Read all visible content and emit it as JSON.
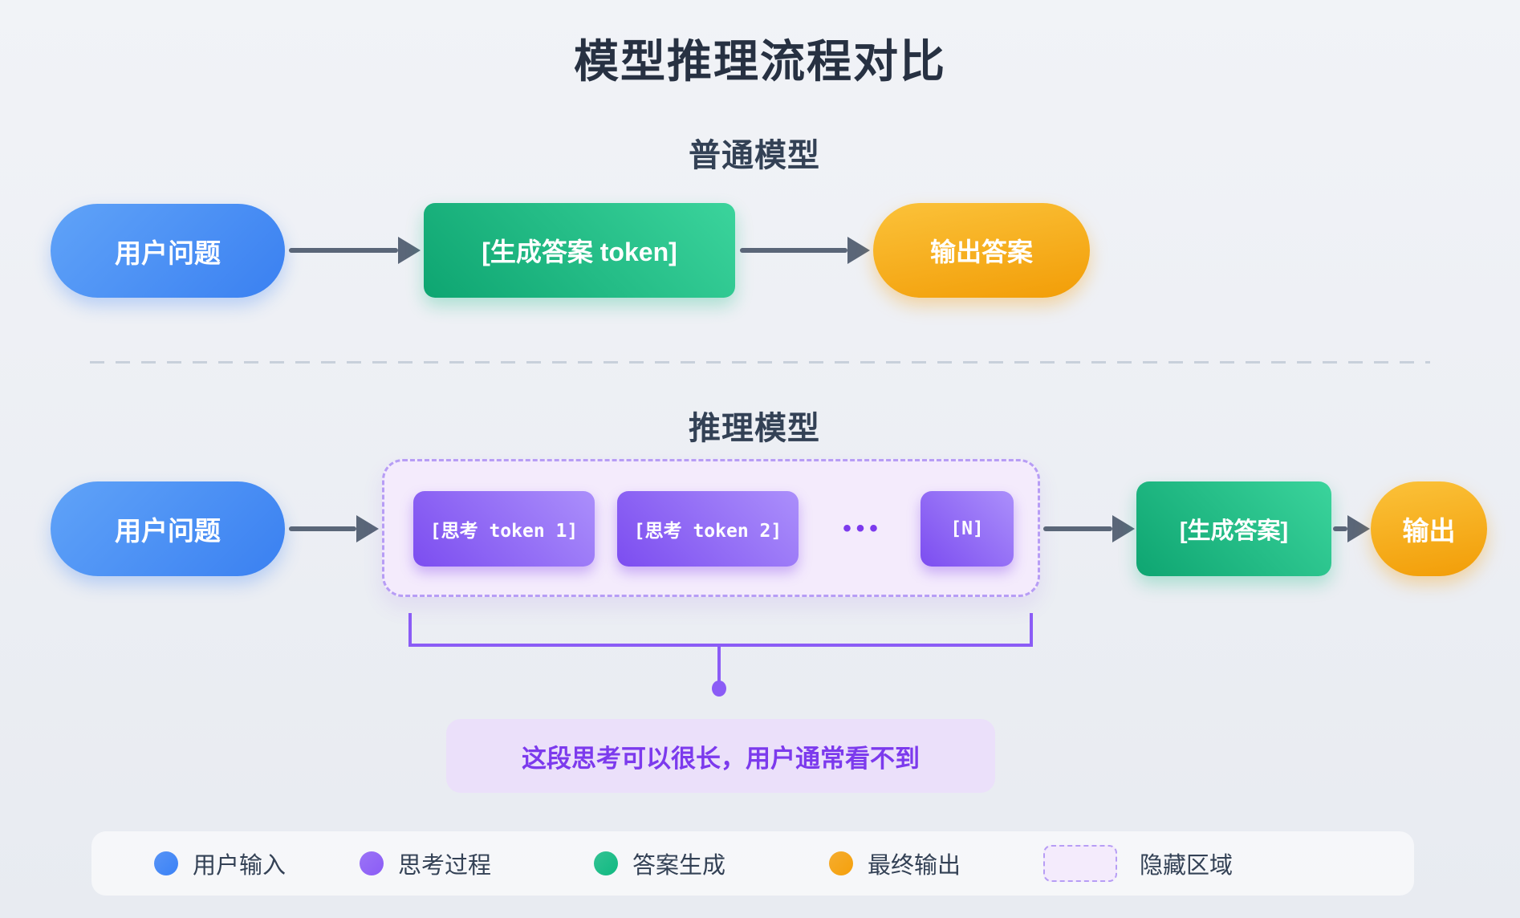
{
  "title": "模型推理流程对比",
  "colors": {
    "page-bg-top": "#f1f3f7",
    "page-bg-bottom": "#e8ebf1",
    "title-text": "#273142",
    "section-text": "#334155",
    "arrow": "#5a6678",
    "blue-light": "#60a3f8",
    "blue-dark": "#3a80f1",
    "green-light": "#3bd49c",
    "green-dark": "#0ea571",
    "orange-light": "#fbc23a",
    "orange-dark": "#f29d07",
    "purple-light": "#ab8ffb",
    "purple-dark": "#7c4df0",
    "purple-accent": "#8b5cf6",
    "purple-deep": "#7c3aed",
    "lavender-fill": "#f4ebfc",
    "lavender-border": "#b79df5",
    "note-bg": "#ebe0fa",
    "legend-bg": "rgba(255,255,255,0.6)",
    "legend-text": "#334155",
    "divider": "#c8d0db"
  },
  "normal_section": {
    "heading": "普通模型",
    "user_question": "用户问题",
    "generate_answer_token": "[生成答案 token]",
    "output_answer": "输出答案"
  },
  "reasoning_section": {
    "heading": "推理模型",
    "user_question": "用户问题",
    "think_token_1": "[思考 token 1]",
    "think_token_2": "[思考 token 2]",
    "ellipsis": "•••",
    "token_n": "[N]",
    "generate_answer": "[生成答案]",
    "output": "输出",
    "note": "这段思考可以很长，用户通常看不到"
  },
  "legend": {
    "items": [
      {
        "id": "user-input",
        "label": "用户输入",
        "color": "#3b82f6"
      },
      {
        "id": "thinking-process",
        "label": "思考过程",
        "color": "#8b5cf6"
      },
      {
        "id": "answer-generation",
        "label": "答案生成",
        "color": "#10b981"
      },
      {
        "id": "final-output",
        "label": "最终输出",
        "color": "#f5a00b"
      },
      {
        "id": "hidden-area",
        "label": "隐藏区域",
        "swatch": "dashed-lavender"
      }
    ]
  }
}
